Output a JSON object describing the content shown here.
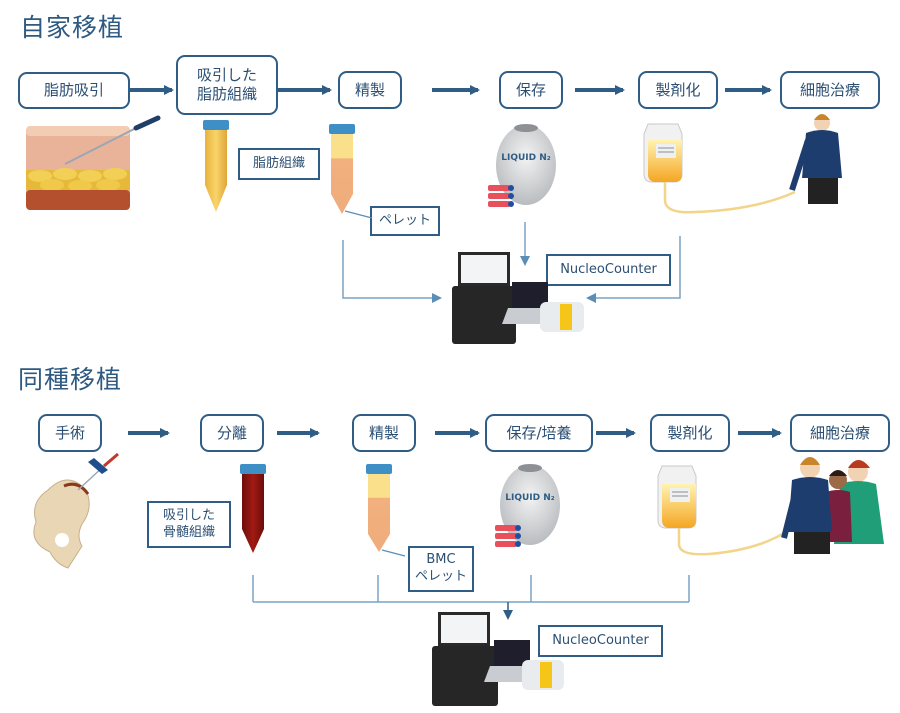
{
  "sections": {
    "autologous": {
      "title": "自家移植",
      "steps": [
        "脂肪吸引",
        "吸引した\n脂肪組織",
        "精製",
        "保存",
        "製剤化",
        "細胞治療"
      ],
      "callouts": {
        "adipose_tissue": "脂肪組織",
        "pellet": "ペレット",
        "device": "NucleoCounter"
      },
      "images": {
        "skin": "skin-liposuction-illustration",
        "tube1": "tube-adipose-tissue",
        "tube2": "tube-pellet",
        "storage": "liquid-nitrogen-tank",
        "tank_text": "LIQUID N₂",
        "bag": "iv-bag",
        "patient": "patient",
        "device": "nucleocounter-instrument"
      }
    },
    "allogeneic": {
      "title": "同種移植",
      "steps": [
        "手術",
        "分離",
        "精製",
        "保存/培養",
        "製剤化",
        "細胞治療"
      ],
      "callouts": {
        "bone_marrow": "吸引した\n骨髄組織",
        "bmc_pellet": "BMC\nペレット",
        "device": "NucleoCounter"
      },
      "images": {
        "hip": "hip-bone-aspiration",
        "tube1": "tube-bone-marrow",
        "tube2": "tube-bmc-pellet",
        "storage": "liquid-nitrogen-tank",
        "tank_text": "LIQUID N₂",
        "bag": "iv-bag",
        "patients": "patient-group",
        "device": "nucleocounter-instrument"
      }
    }
  },
  "colors": {
    "arrow": "#2f5d85",
    "connector": "#7aa3c4",
    "text": "#2b4f73"
  }
}
